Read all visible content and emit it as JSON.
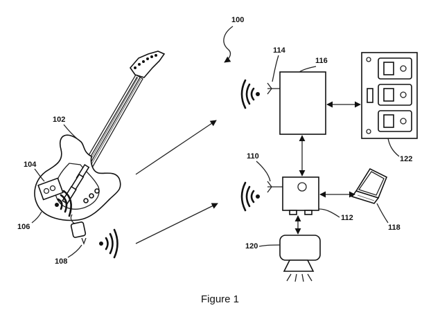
{
  "caption": "Figure 1",
  "refs": {
    "system": "100",
    "guitar": "102",
    "sensor_unit": "104",
    "sensor_pointer": "106",
    "pedal_device": "108",
    "antenna_lower": "110",
    "receiver": "112",
    "antenna_upper": "114",
    "processor": "116",
    "laptop": "118",
    "amplifier": "120",
    "pedalboard": "122"
  }
}
